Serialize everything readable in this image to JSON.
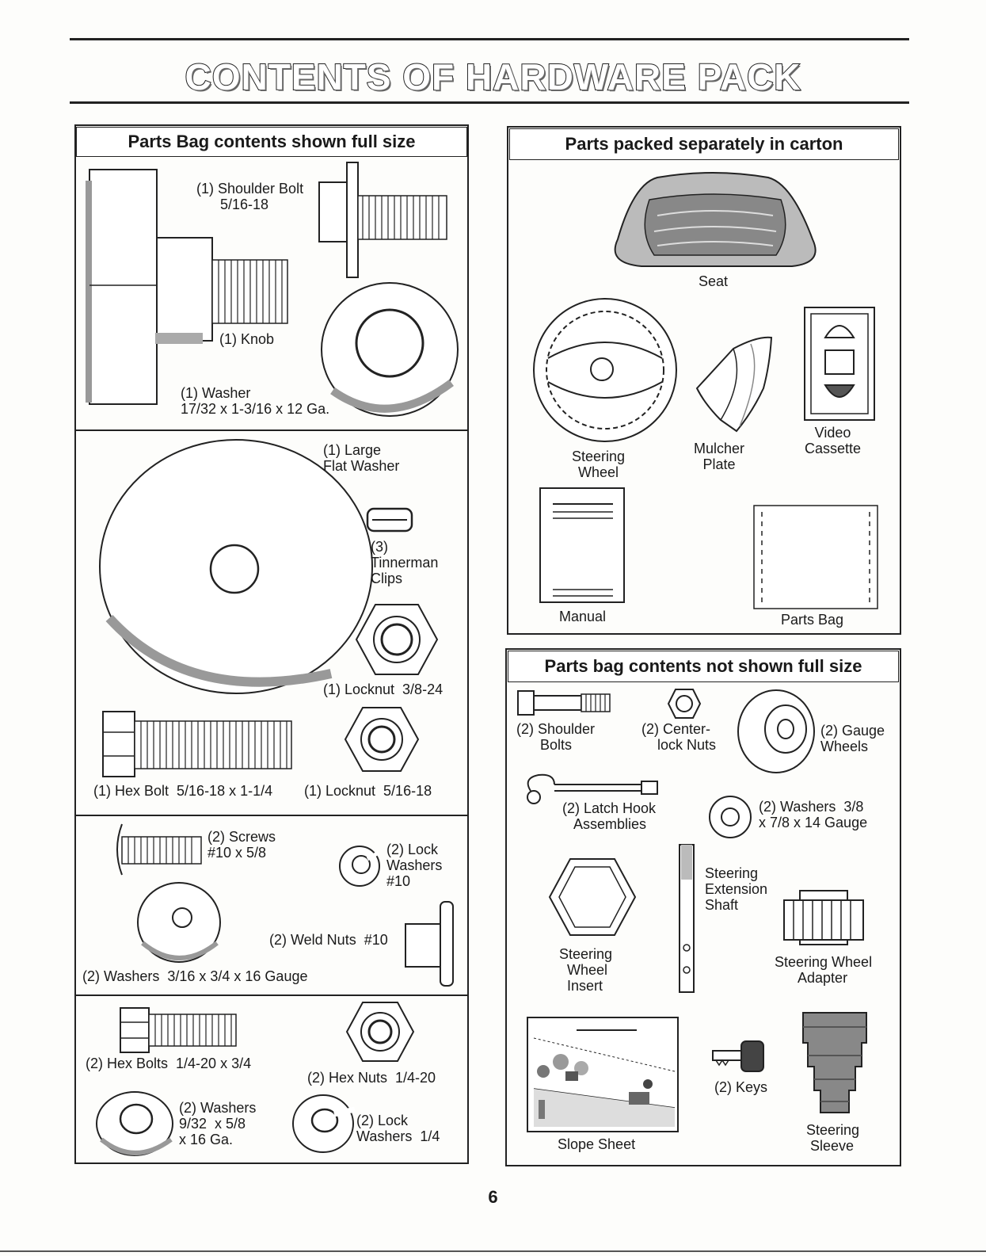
{
  "page": {
    "title": "CONTENTS OF HARDWARE PACK",
    "page_number": "6"
  },
  "left_panel": {
    "header": "Parts Bag contents shown full size",
    "items": {
      "shoulder_bolt": "(1) Shoulder Bolt\n      5/16-18",
      "knob": "(1) Knob",
      "washer": "(1) Washer\n17/32 x 1-3/16 x 12 Ga.",
      "large_flat_washer": "(1) Large\nFlat Washer",
      "tinnerman_clips": "(3)\nTinnerman\nClips",
      "locknut_3_8": "(1) Locknut  3/8-24",
      "hex_bolt": "(1) Hex Bolt  5/16-18 x 1-1/4",
      "locknut_5_16": "(1) Locknut  5/16-18",
      "screws": "(2) Screws\n#10 x 5/8",
      "lock_washers_10": "(2) Lock\nWashers\n#10",
      "weld_nuts": "(2) Weld Nuts  #10",
      "washers_3_16": "(2) Washers  3/16 x 3/4 x 16 Gauge",
      "hex_bolts_1_4": "(2) Hex Bolts  1/4-20 x 3/4",
      "hex_nuts_1_4": "(2) Hex Nuts  1/4-20",
      "washers_9_32": "(2) Washers\n9/32  x 5/8\nx 16 Ga.",
      "lock_washers_1_4": "(2) Lock\nWashers  1/4"
    }
  },
  "carton_panel": {
    "header": "Parts packed separately in carton",
    "items": {
      "seat": "Seat",
      "steering_wheel": "Steering\nWheel",
      "mulcher_plate": "Mulcher\nPlate",
      "video_cassette": "Video\nCassette",
      "manual": "Manual",
      "parts_bag": "Parts Bag"
    }
  },
  "not_full_panel": {
    "header": "Parts bag contents not shown full size",
    "items": {
      "shoulder_bolts": "(2) Shoulder\n      Bolts",
      "centerlock_nuts": "(2) Center-\n    lock Nuts",
      "gauge_wheels": "(2) Gauge\nWheels",
      "latch_hook": "(2) Latch Hook\n   Assemblies",
      "washers_3_8": "(2) Washers  3/8\nx 7/8 x 14 Gauge",
      "steering_extension": "Steering\nExtension\nShaft",
      "steering_insert": "Steering\n  Wheel\n  Insert",
      "steering_adapter": "Steering Wheel\n      Adapter",
      "slope_sheet": "Slope Sheet",
      "keys": "(2) Keys",
      "steering_sleeve": "Steering\n Sleeve"
    }
  }
}
